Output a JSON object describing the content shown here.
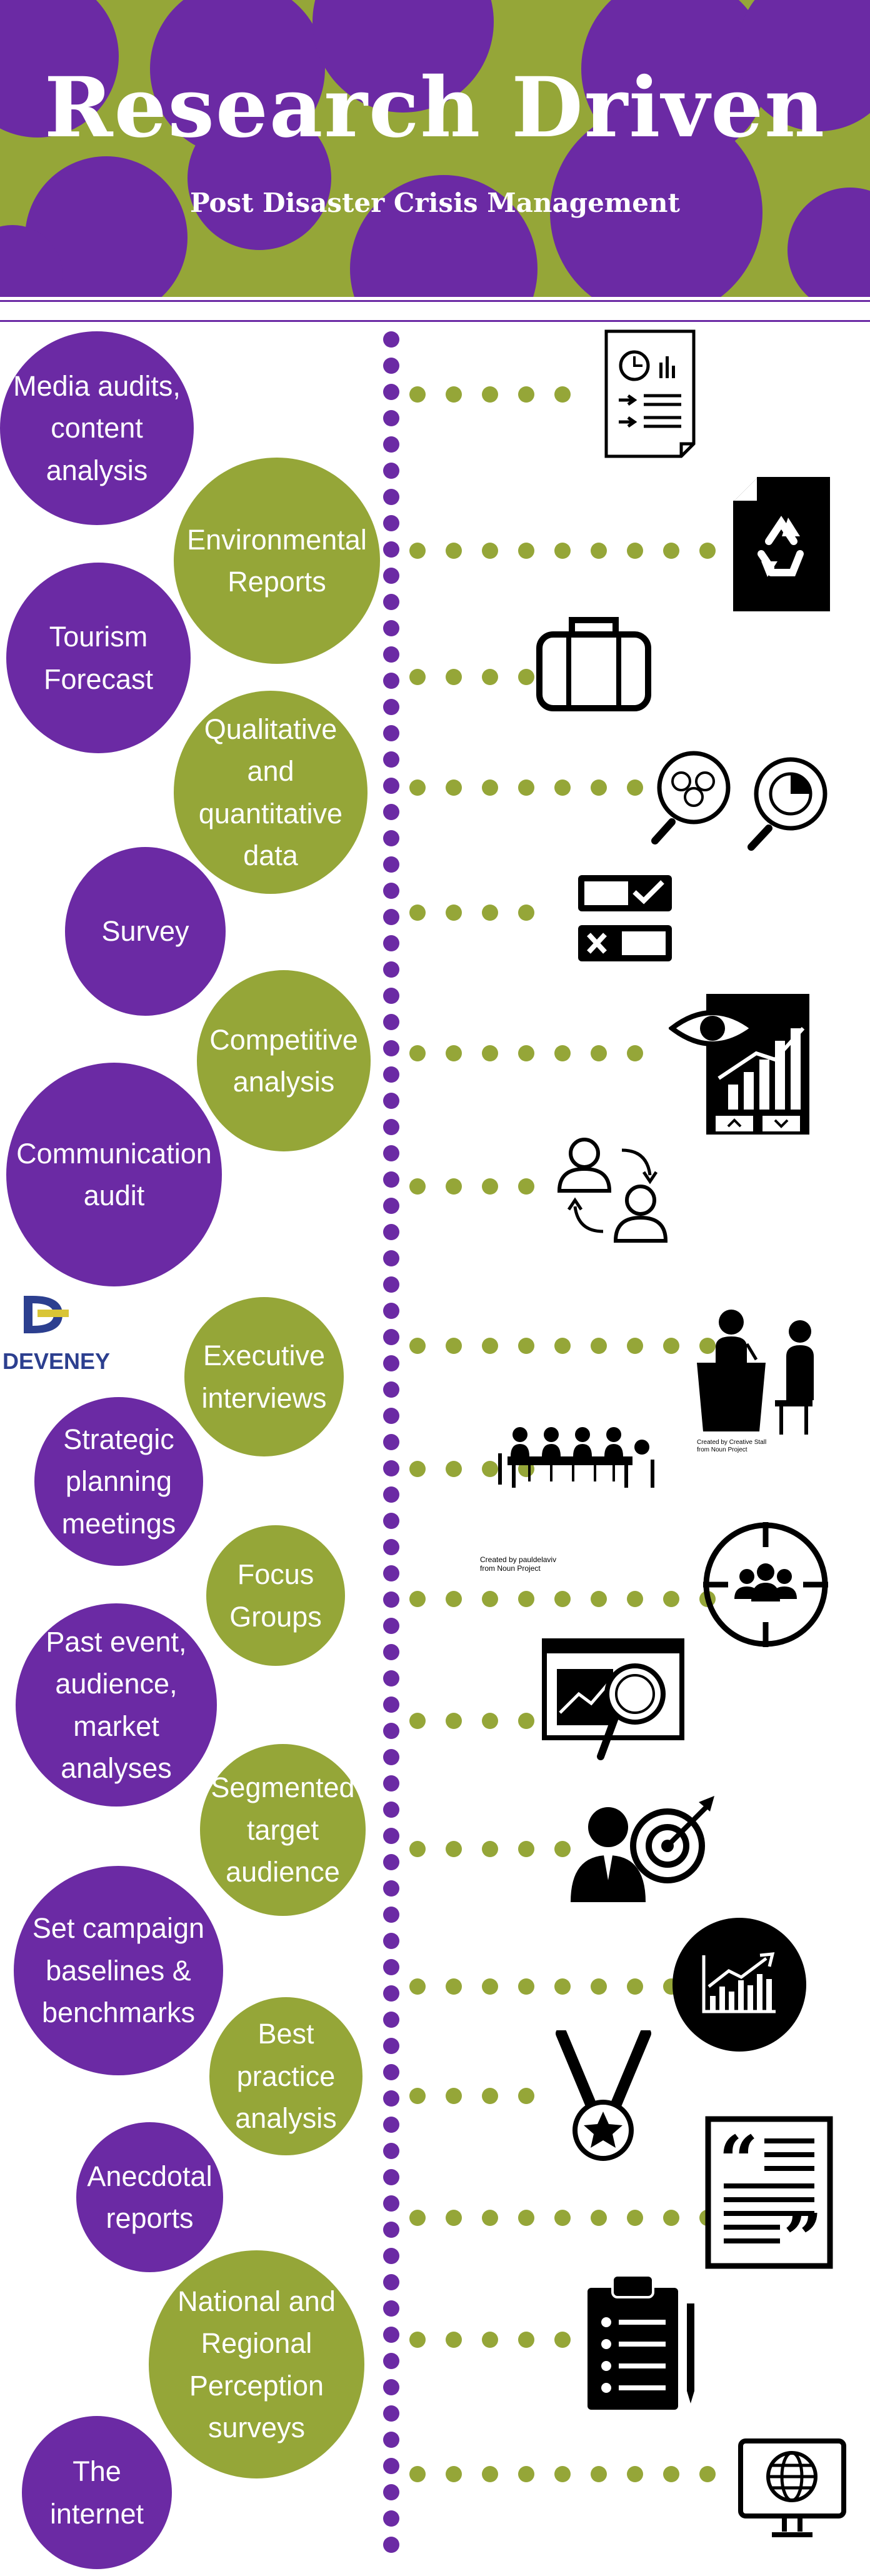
{
  "header": {
    "title": "Research Driven",
    "subtitle": "Post Disaster Crisis Management"
  },
  "items": [
    {
      "lines": [
        "Media audits,",
        "content",
        "analysis"
      ],
      "color": "purple",
      "icon": "document-clock-list-icon"
    },
    {
      "lines": [
        "Environmental",
        "Reports"
      ],
      "color": "green",
      "icon": "recycle-document-icon"
    },
    {
      "lines": [
        "Tourism",
        "Forecast"
      ],
      "color": "purple",
      "icon": "suitcase-icon"
    },
    {
      "lines": [
        "Qualitative",
        "and",
        "quantitative",
        "data"
      ],
      "color": "green",
      "icon": "magnifier-charts-icon"
    },
    {
      "lines": [
        "Survey"
      ],
      "color": "purple",
      "icon": "checkbox-toggle-icon"
    },
    {
      "lines": [
        "Competitive",
        "analysis"
      ],
      "color": "green",
      "icon": "eye-growth-chart-icon"
    },
    {
      "lines": [
        "Communication",
        "audit"
      ],
      "color": "purple",
      "icon": "people-exchange-icon"
    },
    {
      "lines": [
        "Executive",
        "interviews"
      ],
      "color": "green",
      "icon": "podium-interview-icon"
    },
    {
      "lines": [
        "Strategic",
        "planning",
        "meetings"
      ],
      "color": "purple",
      "icon": "meeting-table-icon"
    },
    {
      "lines": [
        "Focus",
        "Groups"
      ],
      "color": "green",
      "icon": "target-group-icon"
    },
    {
      "lines": [
        "Past event,",
        "audience,",
        "market",
        "analyses"
      ],
      "color": "purple",
      "icon": "analytics-screen-icon"
    },
    {
      "lines": [
        "Segmented",
        "target",
        "audience"
      ],
      "color": "green",
      "icon": "businessman-target-icon"
    },
    {
      "lines": [
        "Set campaign",
        "baselines &",
        "benchmarks"
      ],
      "color": "purple",
      "icon": "benchmark-chart-icon"
    },
    {
      "lines": [
        "Best",
        "practice",
        "analysis"
      ],
      "color": "green",
      "icon": "medal-icon"
    },
    {
      "lines": [
        "Anecdotal",
        "reports"
      ],
      "color": "purple",
      "icon": "quote-document-icon"
    },
    {
      "lines": [
        "National and",
        "Regional",
        "Perception",
        "surveys"
      ],
      "color": "green",
      "icon": "clipboard-checklist-icon"
    },
    {
      "lines": [
        "The",
        "internet"
      ],
      "color": "purple",
      "icon": "globe-monitor-icon"
    }
  ],
  "logo": {
    "text": "DEVENEY",
    "name": "deveney-logo"
  },
  "credits": [
    {
      "lines": [
        "Created by Creative Stall",
        "from Noun Project"
      ]
    },
    {
      "lines": [
        "Created by pauldelaviv",
        "from Noun Project"
      ]
    }
  ],
  "colors": {
    "purple": "#6b2aa4",
    "green": "#95a638",
    "black": "#000000",
    "white": "#ffffff"
  }
}
